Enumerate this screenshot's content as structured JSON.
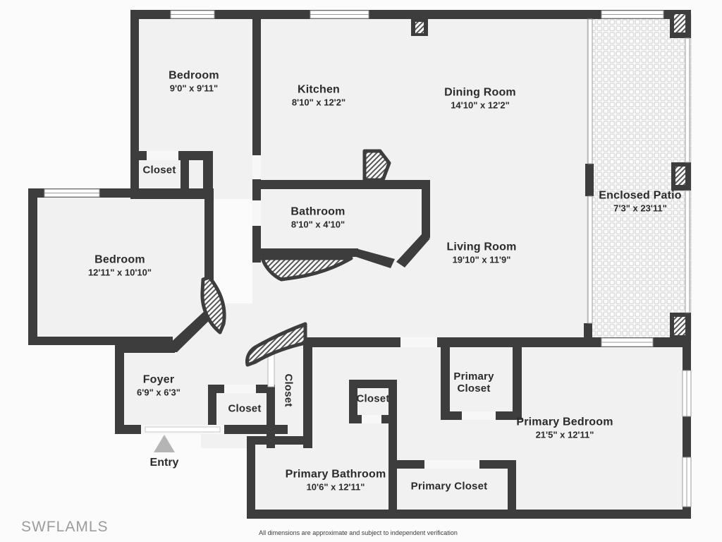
{
  "meta": {
    "watermark": "SWFLAMLS",
    "disclaimer": "All dimensions are approximate and subject to independent verification"
  },
  "colors": {
    "wall": "#3d3d3d",
    "room_fill": "#f1f1f1",
    "background": "#fbfbfb",
    "label_text": "#2b2b2b",
    "entry_arrow": "#b5b5b5",
    "watermark_text": "#9b9b9b"
  },
  "entry": {
    "label": "Entry"
  },
  "rooms": [
    {
      "id": "bedroom-top",
      "label": "Bedroom",
      "dims": "9'0\" x 9'11\""
    },
    {
      "id": "kitchen",
      "label": "Kitchen",
      "dims": "8'10\" x 12'2\""
    },
    {
      "id": "dining-room",
      "label": "Dining Room",
      "dims": "14'10\" x 12'2\""
    },
    {
      "id": "closet-top-left",
      "label": "Closet",
      "dims": ""
    },
    {
      "id": "bedroom-left",
      "label": "Bedroom",
      "dims": "12'11\" x 10'10\""
    },
    {
      "id": "bathroom",
      "label": "Bathroom",
      "dims": "8'10\" x 4'10\""
    },
    {
      "id": "living-room",
      "label": "Living Room",
      "dims": "19'10\" x 11'9\""
    },
    {
      "id": "enclosed-patio",
      "label": "Enclosed Patio",
      "dims": "7'3\" x 23'11\""
    },
    {
      "id": "foyer",
      "label": "Foyer",
      "dims": "6'9\" x 6'3\""
    },
    {
      "id": "closet-hall",
      "label": "Closet",
      "dims": ""
    },
    {
      "id": "closet-foyer",
      "label": "Closet",
      "dims": ""
    },
    {
      "id": "closet-mid",
      "label": "Closet",
      "dims": ""
    },
    {
      "id": "primary-closet-top",
      "label": "Primary Closet",
      "dims": ""
    },
    {
      "id": "primary-bedroom",
      "label": "Primary Bedroom",
      "dims": "21'5\" x 12'11\""
    },
    {
      "id": "primary-bathroom",
      "label": "Primary Bathroom",
      "dims": "10'6\" x 12'11\""
    },
    {
      "id": "primary-closet-bottom",
      "label": "Primary Closet",
      "dims": ""
    }
  ]
}
